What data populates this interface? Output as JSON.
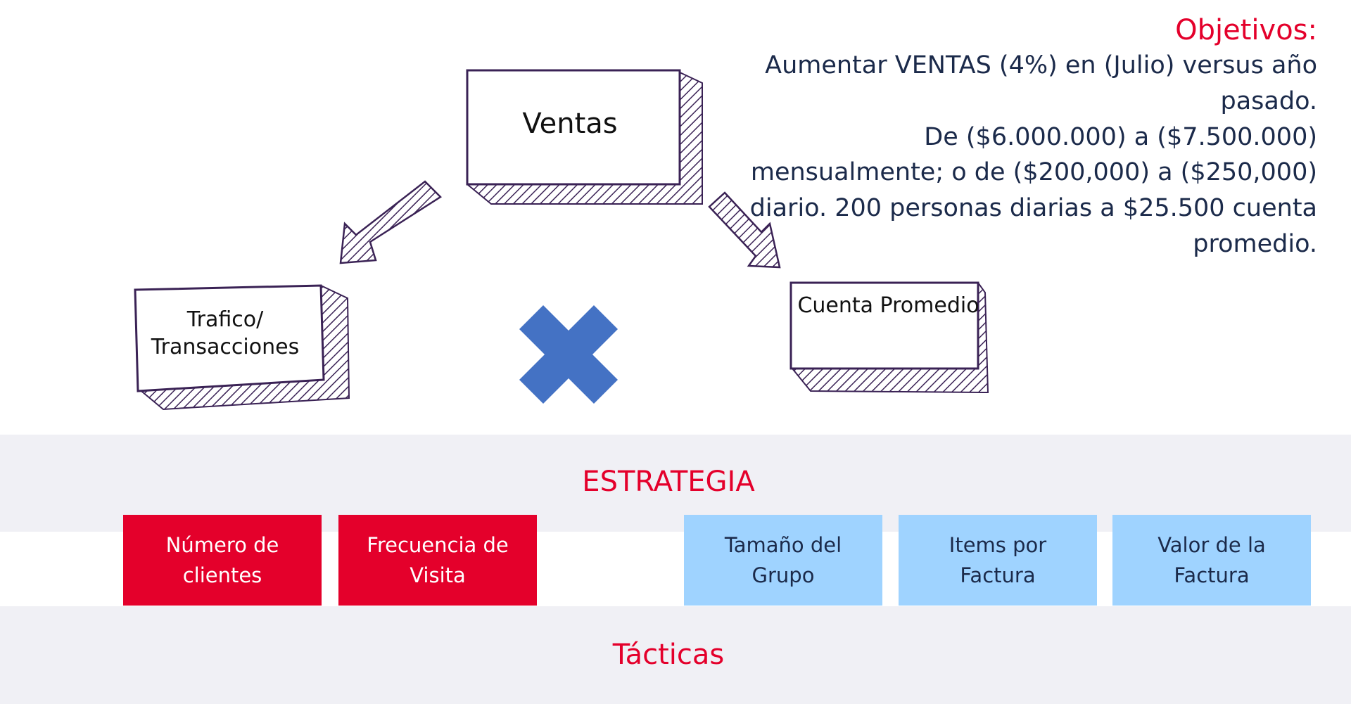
{
  "objectives": {
    "title": "Objetivos:",
    "line1": "Aumentar VENTAS (4%) en (Julio) versus año pasado.",
    "line2": "De ($6.000.000) a ($7.500.000) mensualmente; o de ($200,000) a ($250,000) diario. 200 personas diarias a $25.500 cuenta promedio."
  },
  "diagram": {
    "ventas": "Ventas",
    "trafico": "Trafico/ Transacciones",
    "cuenta": "Cuenta Promedio",
    "operator": "multiply-icon"
  },
  "strategy": {
    "heading": "ESTRATEGIA",
    "items": [
      {
        "label": "Número de clientes",
        "color": "#e4002b"
      },
      {
        "label": "Frecuencia de Visita",
        "color": "#e4002b"
      },
      {
        "label": "Tamaño del Grupo",
        "color": "#9fd3ff"
      },
      {
        "label": "Items por Factura",
        "color": "#9fd3ff"
      },
      {
        "label": "Valor de la Factura",
        "color": "#9fd3ff"
      }
    ]
  },
  "tactics": {
    "heading": "Tácticas"
  },
  "colors": {
    "accent_red": "#e4002b",
    "light_blue": "#9fd3ff",
    "multiply_blue": "#4472c4",
    "sketch_outline": "#3a2255"
  }
}
